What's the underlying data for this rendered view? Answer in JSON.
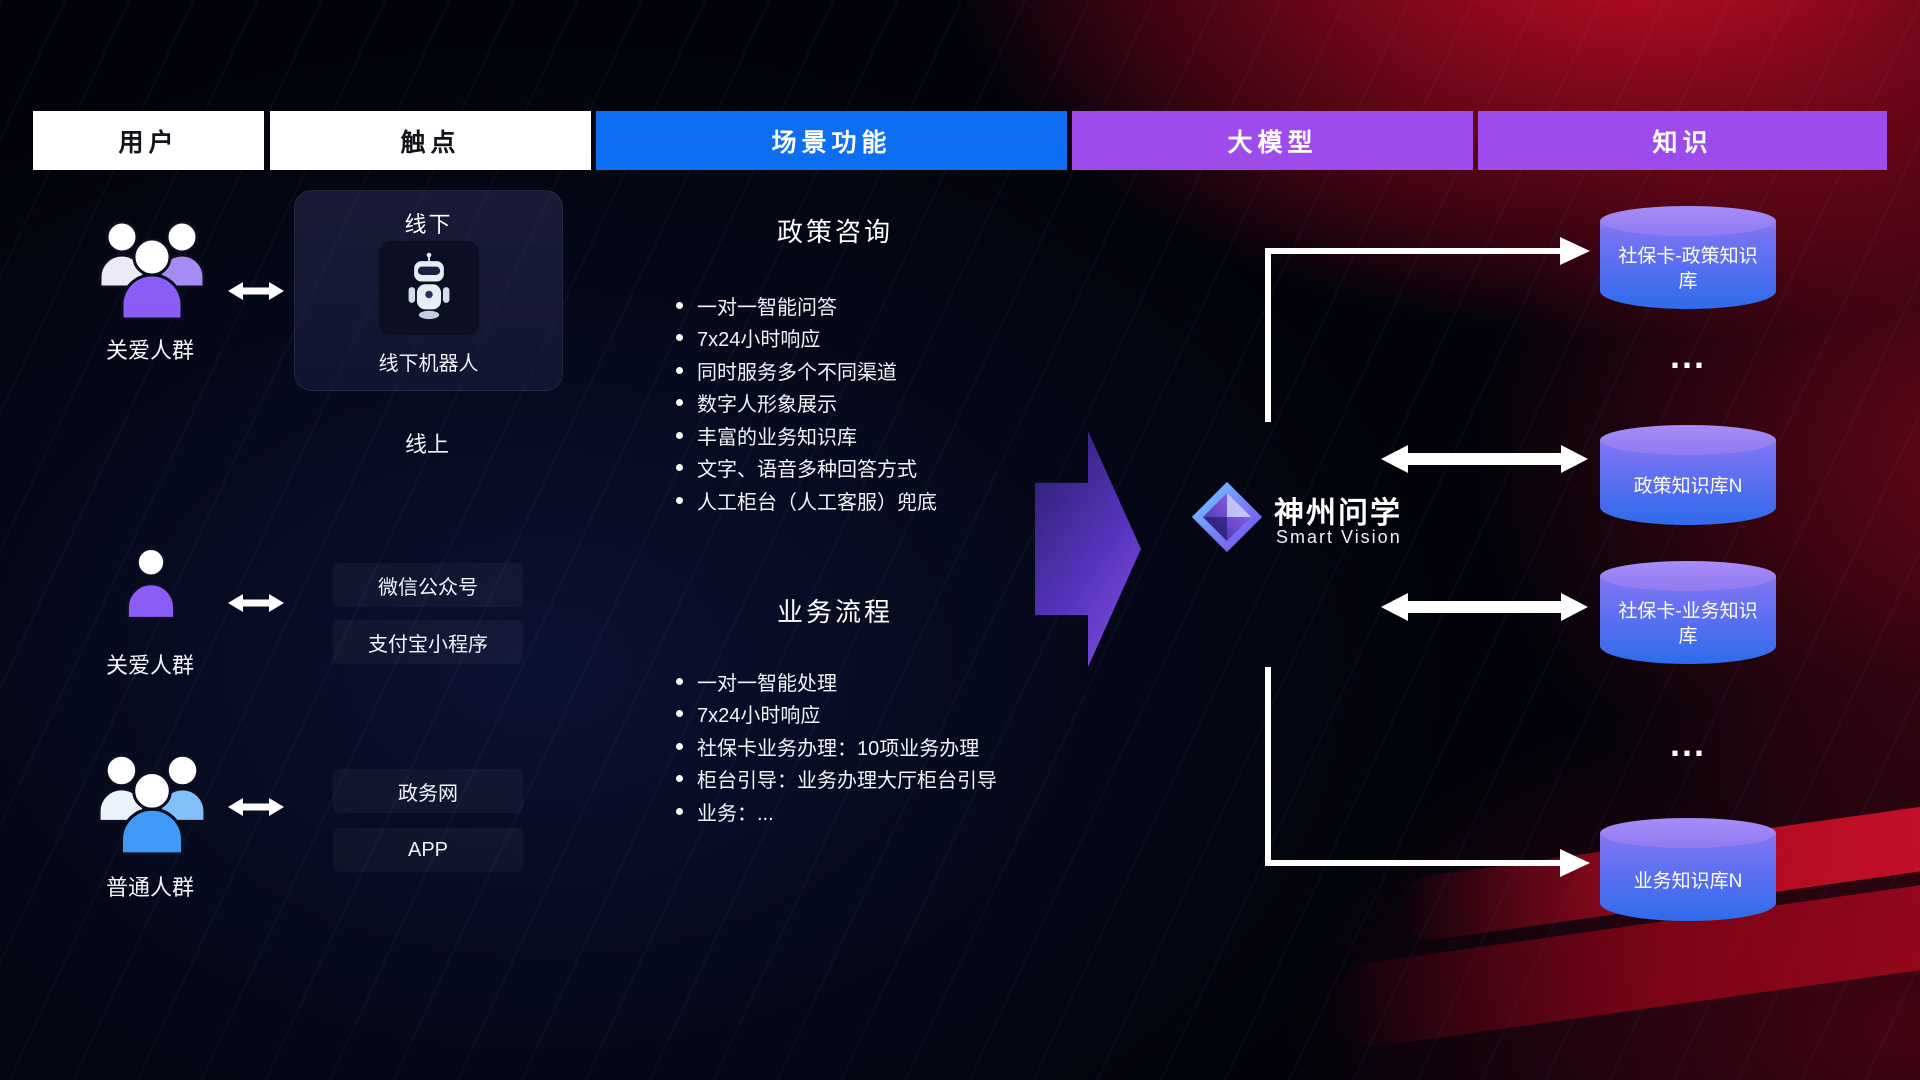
{
  "header": {
    "columns": [
      {
        "label": "用户"
      },
      {
        "label": "触点"
      },
      {
        "label": "场景功能"
      },
      {
        "label": "大模型"
      },
      {
        "label": "知识"
      }
    ]
  },
  "users": [
    {
      "label": "关爱人群",
      "icon": "people-group-icon",
      "color": "purple"
    },
    {
      "label": "关爱人群",
      "icon": "person-icon",
      "color": "purple"
    },
    {
      "label": "普通人群",
      "icon": "people-group-icon",
      "color": "blue"
    }
  ],
  "touchpoints": {
    "offline": {
      "title": "线下",
      "robot_label": "线下机器人",
      "robot_icon": "robot-icon"
    },
    "online_label": "线上",
    "channels": [
      "微信公众号",
      "支付宝小程序",
      "政务网",
      "APP"
    ]
  },
  "scenarios": [
    {
      "title": "政策咨询",
      "items": [
        "一对一智能问答",
        "7x24小时响应",
        "同时服务多个不同渠道",
        "数字人形象展示",
        "丰富的业务知识库",
        "文字、语音多种回答方式",
        "人工柜台（人工客服）兜底"
      ]
    },
    {
      "title": "业务流程",
      "items": [
        "一对一智能处理",
        "7x24小时响应",
        "社保卡业务办理：10项业务办理",
        "柜台引导：业务办理大厅柜台引导",
        "业务：..."
      ]
    }
  ],
  "model": {
    "name": "神州问学",
    "subtitle": "Smart Vision",
    "logo_icon": "diamond-gem-icon"
  },
  "knowledge": {
    "bases": [
      "社保卡-政策知识库",
      "政策知识库N",
      "社保卡-业务知识库",
      "业务知识库N"
    ],
    "ellipsis": "..."
  },
  "colors": {
    "header-blue": "#0d6ef4",
    "header-purple": "#9d4ceb",
    "cyl-top": "#a78df8",
    "cyl-mid": "#8577f3",
    "cyl-bottom": "#2e6cec",
    "people-purple": "#8b5cf6",
    "people-purple-light": "#a58bf2",
    "people-blue": "#3d9bf5",
    "people-blue-light": "#7fc0f8",
    "red-accent": "#cf0a28"
  }
}
